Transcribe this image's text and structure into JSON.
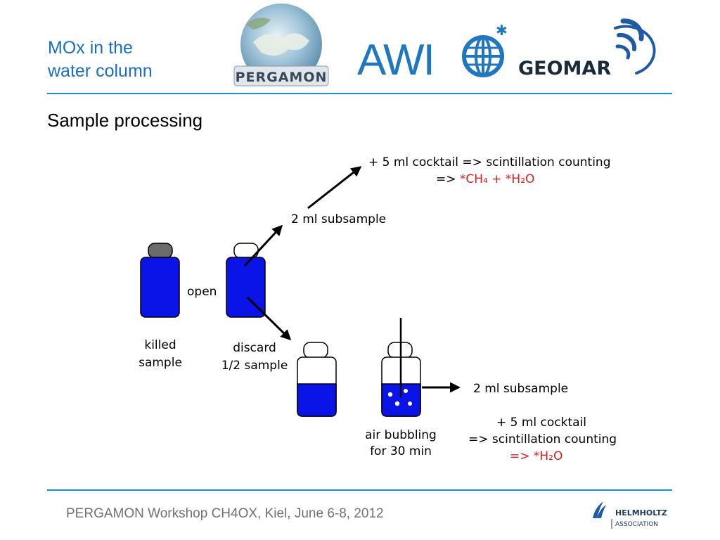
{
  "header": {
    "title_line1": "MOx in the",
    "title_line2": "water column"
  },
  "logos": {
    "pergamon": "PERGAMON",
    "awi": "AWI",
    "geomar": "GEOMAR",
    "helmholtz_line1": "HELMHOLTZ",
    "helmholtz_line2": "ASSOCIATION"
  },
  "section_title": "Sample processing",
  "diagram": {
    "killed_line1": "killed",
    "killed_line2": "sample",
    "open": "open",
    "discard_line1": "discard",
    "discard_line2": "1/2 sample",
    "subsample_top": "2 ml subsample",
    "cocktail_top": "+ 5 ml cocktail => scintillation counting",
    "result_top_prefix": "=>",
    "result_top_red": "*CH₄ + *H₂O",
    "air_line1": "air bubbling",
    "air_line2": "for 30 min",
    "subsample_right": "2 ml subsample",
    "cocktail_right_line1": "+ 5 ml cocktail",
    "cocktail_right_line2": "=> scintillation counting",
    "result_right_red": "=>  *H₂O"
  },
  "footer": "PERGAMON Workshop CH4OX, Kiel, June 6-8, 2012",
  "colors": {
    "accent": "#1a6fc0",
    "rule": "#1a8fd6",
    "vial_blue": "#0a14e6",
    "red": "#e0201f"
  }
}
